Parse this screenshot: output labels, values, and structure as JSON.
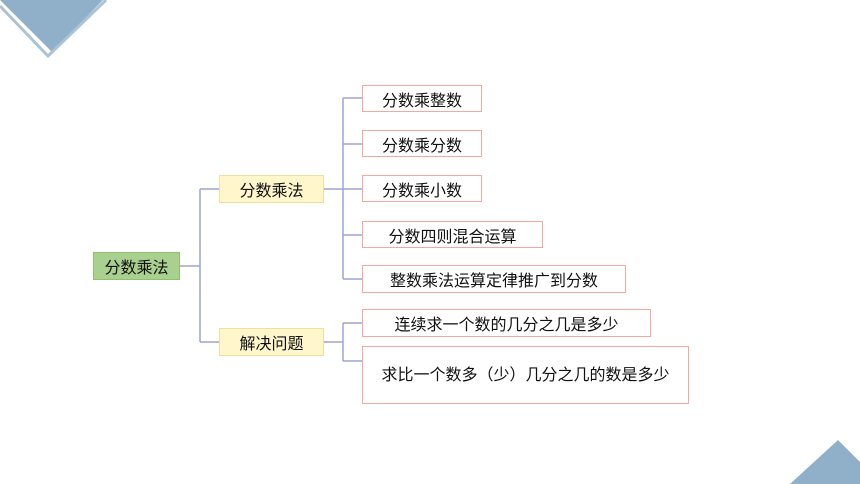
{
  "colors": {
    "connector": "#9fa4d6",
    "leaf_border": "#f4a9a0",
    "mid_fill": "#fff6cc",
    "root_fill": "#a9d08e",
    "corner_fill": "#8fb0c8",
    "corner_stroke": "#aac3d6"
  },
  "root": {
    "label": "分数乘法"
  },
  "branches": [
    {
      "label": "分数乘法",
      "items": [
        "分数乘整数",
        "分数乘分数",
        "分数乘小数",
        "分数四则混合运算",
        "整数乘法运算定律推广到分数"
      ]
    },
    {
      "label": "解决问题",
      "items": [
        "连续求一个数的几分之几是多少",
        "求比一个数多（少）几分之几的数是多少"
      ]
    }
  ]
}
